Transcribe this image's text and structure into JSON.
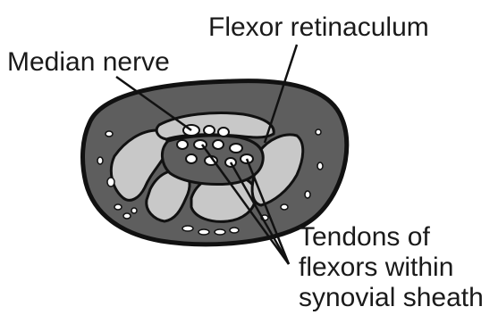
{
  "labels": {
    "flexor_retinaculum": "Flexor retinaculum",
    "median_nerve": "Median nerve",
    "tendons_line1": "Tendons of",
    "tendons_line2": "flexors within",
    "tendons_line3": "synovial sheath"
  },
  "colors": {
    "outline": "#111111",
    "outer_tissue": "#5e5e5e",
    "carpal_bones": "#c8c8c8",
    "spaces": "#ffffff"
  }
}
